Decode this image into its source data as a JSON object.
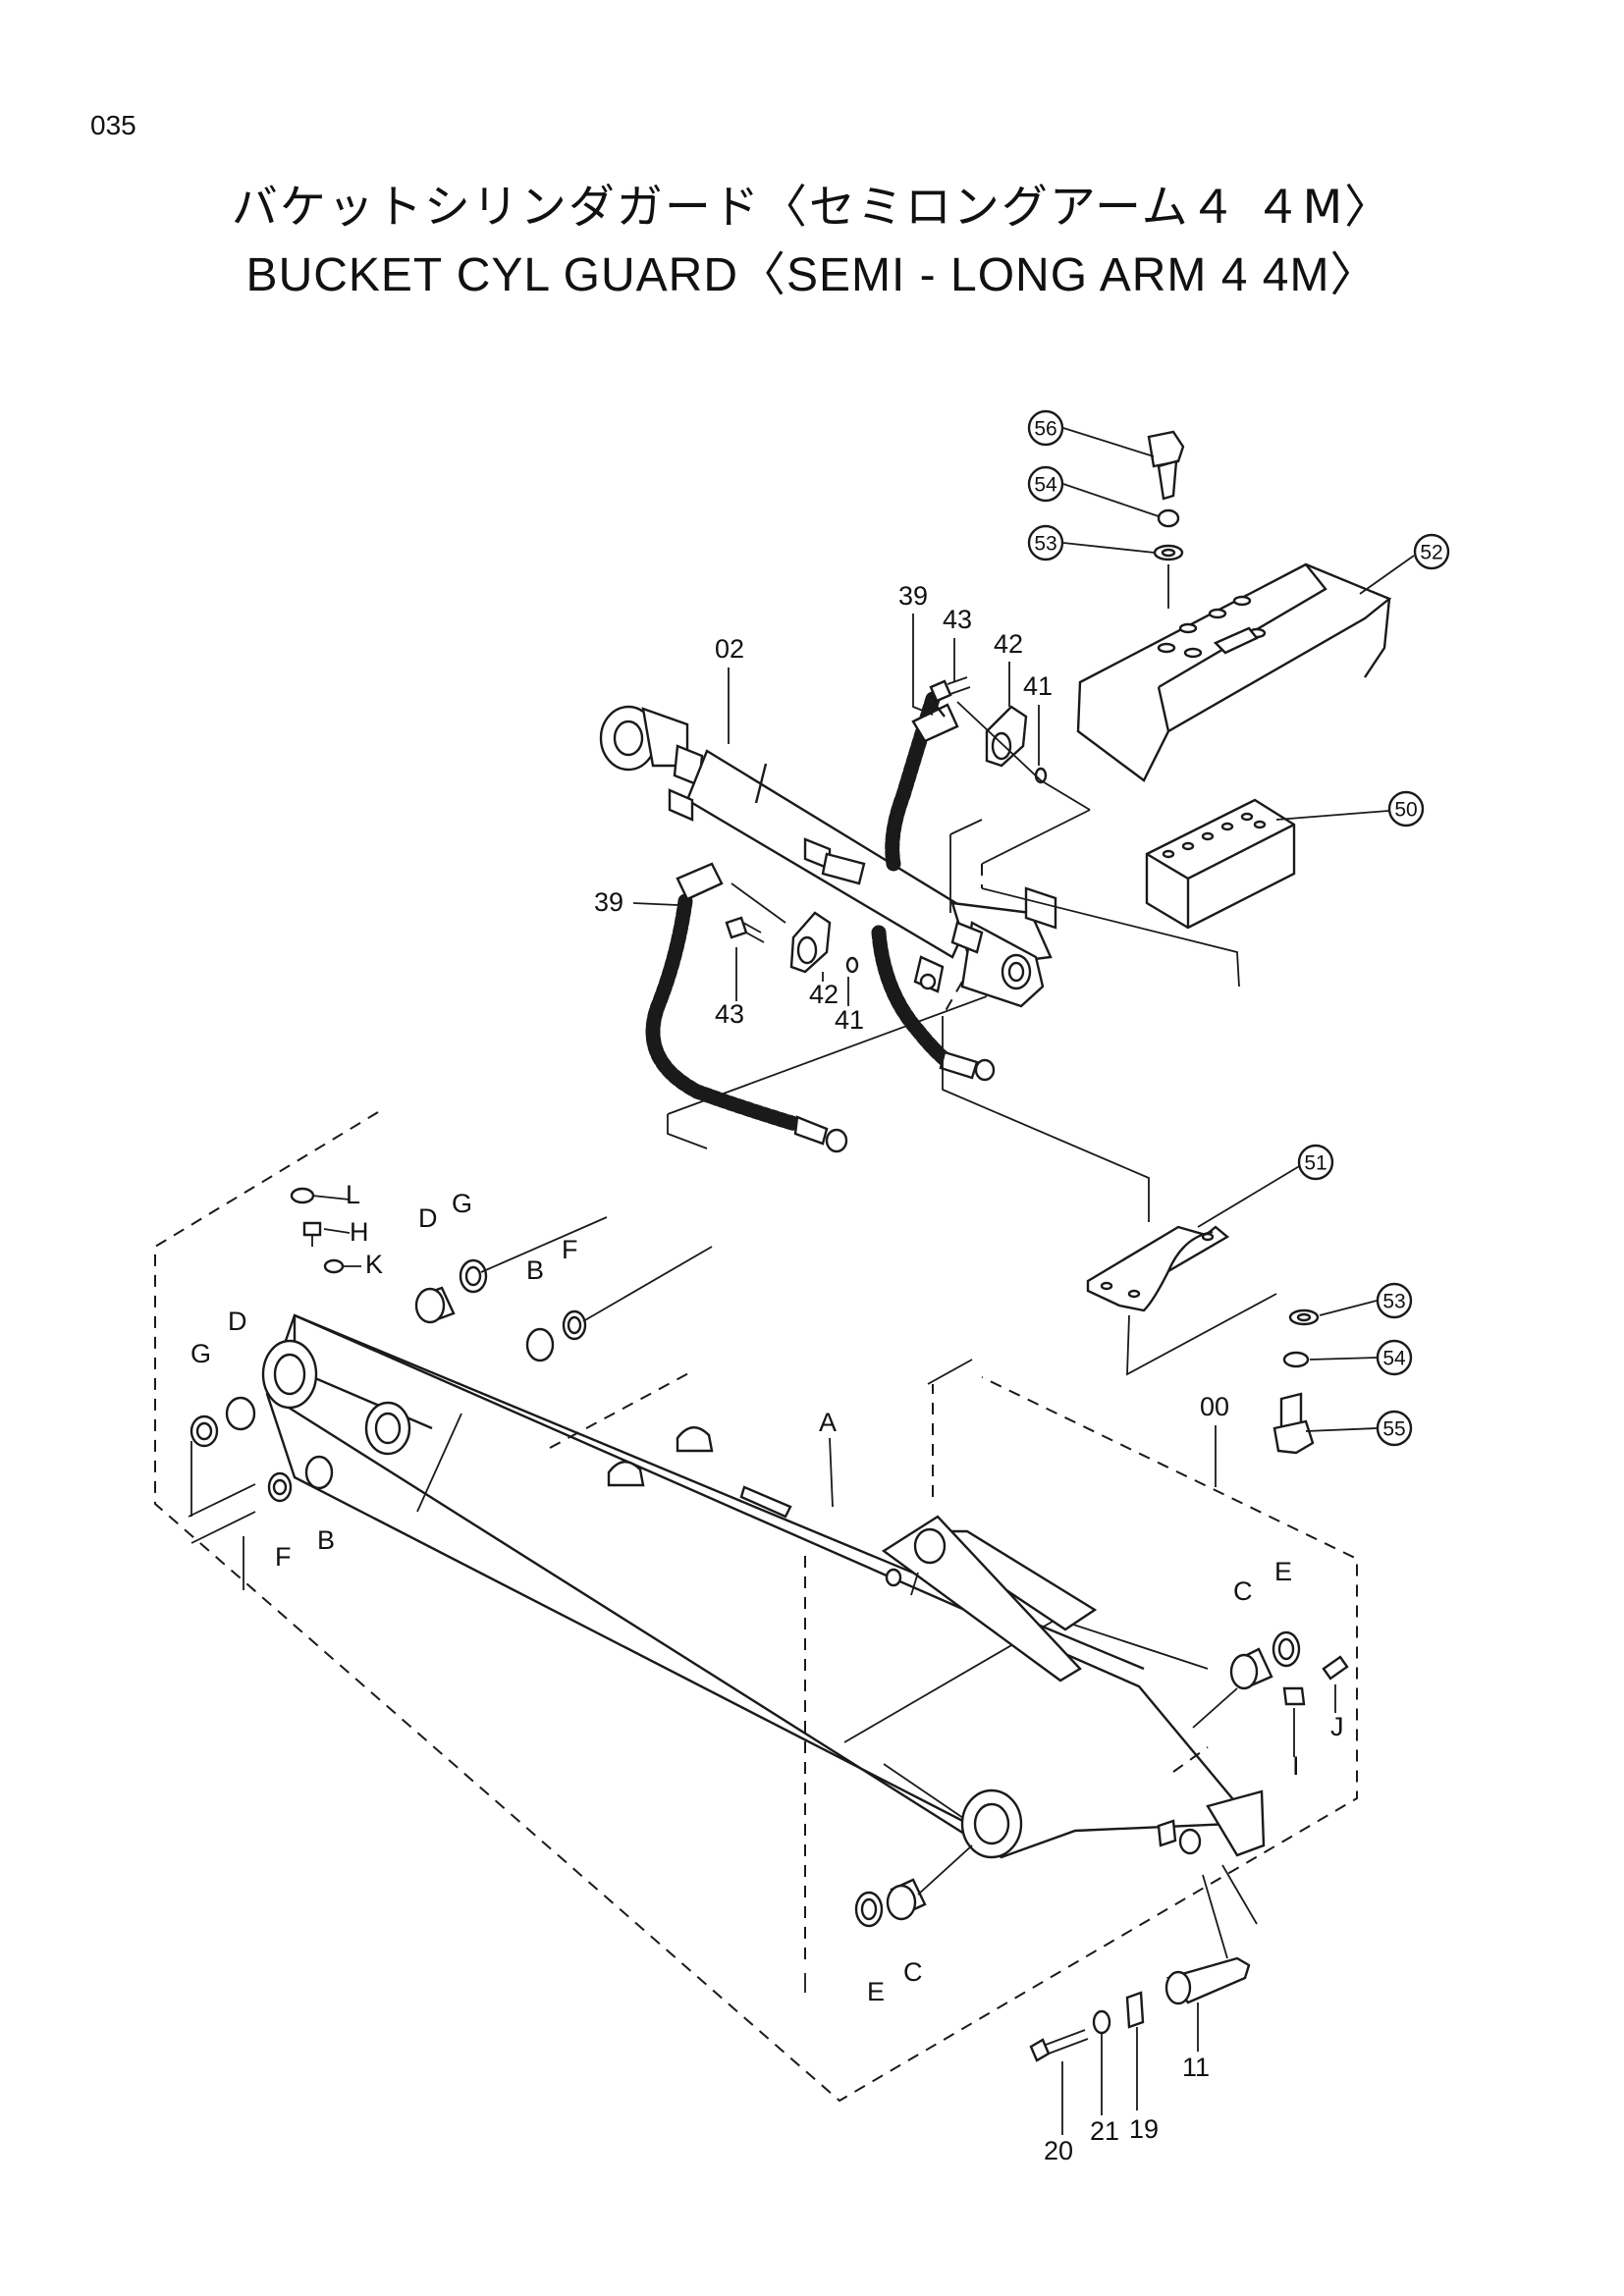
{
  "page_number": "035",
  "title_jp": "バケットシリンダガード〈セミロングアーム４ ４M〉",
  "title_en": "BUCKET   CYL  GUARD〈SEMI - LONG   ARM   4 4M〉",
  "callouts": {
    "c56": "56",
    "c54a": "54",
    "c53a": "53",
    "c52": "52",
    "c50": "50",
    "c51": "51",
    "c53b": "53",
    "c54b": "54",
    "c55": "55"
  },
  "labels": {
    "p02": "02",
    "p39a": "39",
    "p43a": "43",
    "p42a": "42",
    "p41a": "41",
    "p39b": "39",
    "p43b": "43",
    "p42b": "42",
    "p41b": "41",
    "L": "L",
    "H": "H",
    "K": "K",
    "D1": "D",
    "G1": "G",
    "B1": "B",
    "F1": "F",
    "D2": "D",
    "G2": "G",
    "F2": "F",
    "B2": "B",
    "A": "A",
    "p00": "00",
    "C1": "C",
    "E1": "E",
    "I": "I",
    "J": "J",
    "E2": "E",
    "C2": "C",
    "p11": "11",
    "p19": "19",
    "p20": "20",
    "p21": "21"
  }
}
